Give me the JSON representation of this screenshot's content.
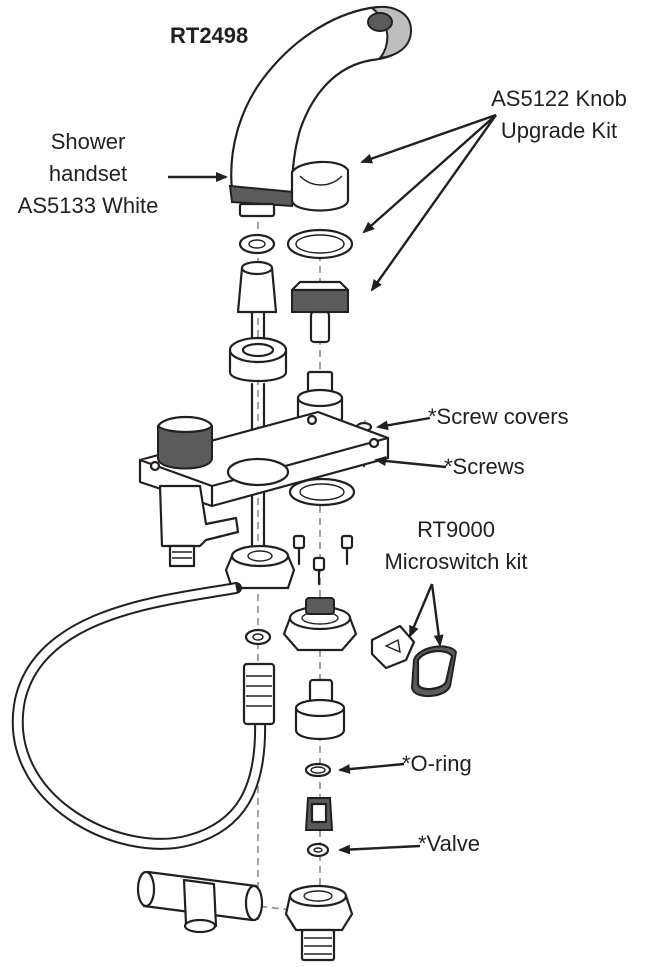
{
  "title": "RT2498",
  "labels": {
    "shower_line1": "Shower",
    "shower_line2": "handset",
    "shower_line3": "AS5133 White",
    "knob_line1": "AS5122 Knob",
    "knob_line2": "Upgrade Kit",
    "screw_covers": "*Screw covers",
    "screws": "*Screws",
    "micro_line1": "RT9000",
    "micro_line2": "Microswitch kit",
    "oring": "*O-ring",
    "valve": "*Valve"
  }
}
